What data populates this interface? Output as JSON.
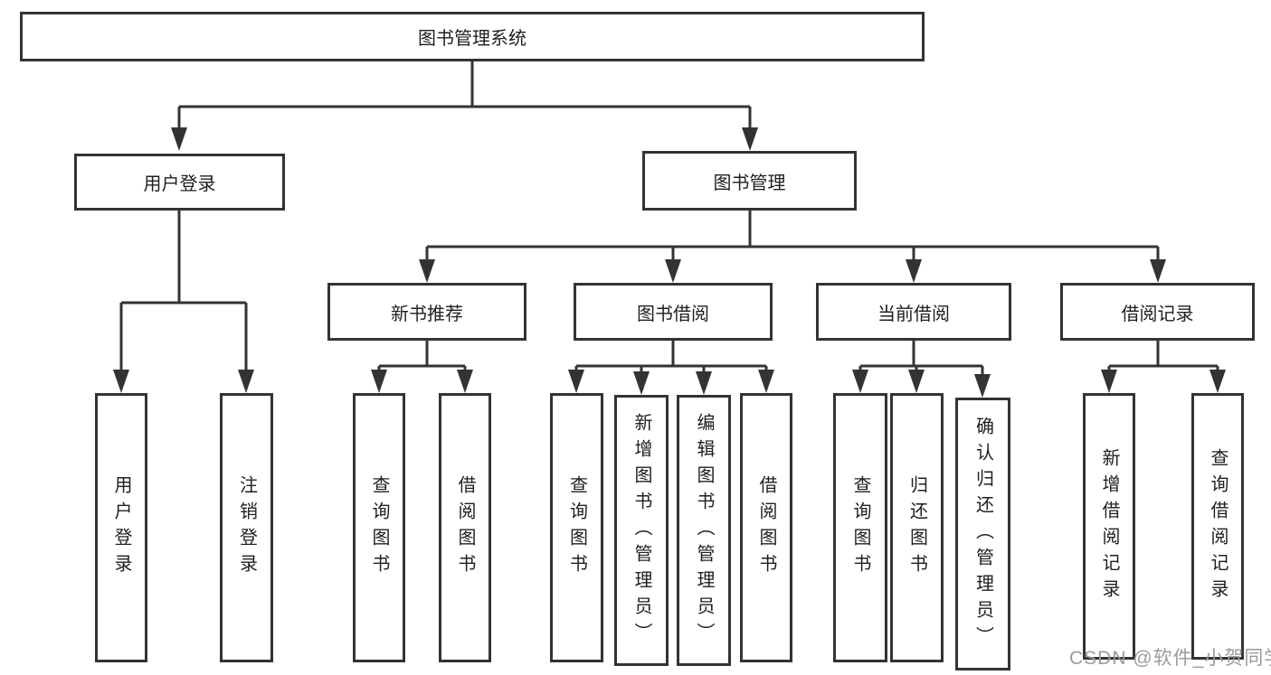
{
  "nodes": {
    "root": "图书管理系统",
    "user_login": "用户登录",
    "book_mgmt": "图书管理",
    "new_book_rec": "新书推荐",
    "book_borrowing": "图书借阅",
    "current_borrowing": "当前借阅",
    "borrowing_records": "借阅记录",
    "leaf_user_login": "用户登录",
    "leaf_logout": "注销登录",
    "leaf_nb_query": "查询图书",
    "leaf_nb_borrow": "借阅图书",
    "leaf_bb_query": "查询图书",
    "leaf_bb_add": "新增图书（管理员）",
    "leaf_bb_edit": "编辑图书（管理员）",
    "leaf_bb_borrow": "借阅图书",
    "leaf_cb_query": "查询图书",
    "leaf_cb_return": "归还图书",
    "leaf_cb_confirm": "确认归还（管理员）",
    "leaf_br_add": "新增借阅记录",
    "leaf_br_query": "查询借阅记录"
  },
  "watermark": {
    "text": "CSDN @软件_小贺同学"
  },
  "colors": {
    "line": "#333333",
    "border": "#333333",
    "text": "#1f1f1f",
    "watermark": "#9b9b9b",
    "background": "#ffffff"
  }
}
